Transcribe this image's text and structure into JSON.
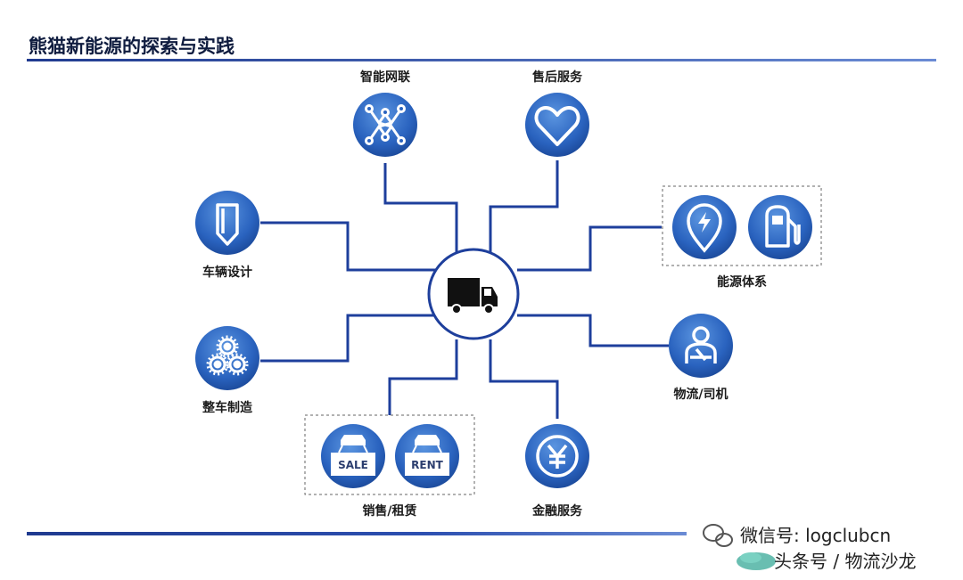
{
  "title": "熊猫新能源的探索与实践",
  "center": {
    "icon": "truck-icon"
  },
  "nodes": {
    "smart_network": {
      "label": "智能网联",
      "icon": "network-icon"
    },
    "after_sales": {
      "label": "售后服务",
      "icon": "heart-icon"
    },
    "vehicle_design": {
      "label": "车辆设计",
      "icon": "pen-icon"
    },
    "energy_system": {
      "label": "能源体系",
      "icons": [
        "charging-pin-icon",
        "fuel-pump-icon"
      ]
    },
    "manufacturing": {
      "label": "整车制造",
      "icon": "gears-icon"
    },
    "logistics_driver": {
      "label": "物流/司机",
      "icon": "driver-icon"
    },
    "sales_rental": {
      "label": "销售/租赁",
      "icons": [
        "sale-sign-icon",
        "rent-sign-icon"
      ],
      "sign_texts": [
        "SALE",
        "RENT"
      ]
    },
    "finance": {
      "label": "金融服务",
      "icon": "yen-icon"
    }
  },
  "watermark": {
    "line1": "微信号: logclubcn",
    "line2": "头条号 / 物流沙龙"
  },
  "colors": {
    "title_bar": "#1f3a8f",
    "icon_blue": "#2e6cc7",
    "connector": "#1e3f9c"
  }
}
